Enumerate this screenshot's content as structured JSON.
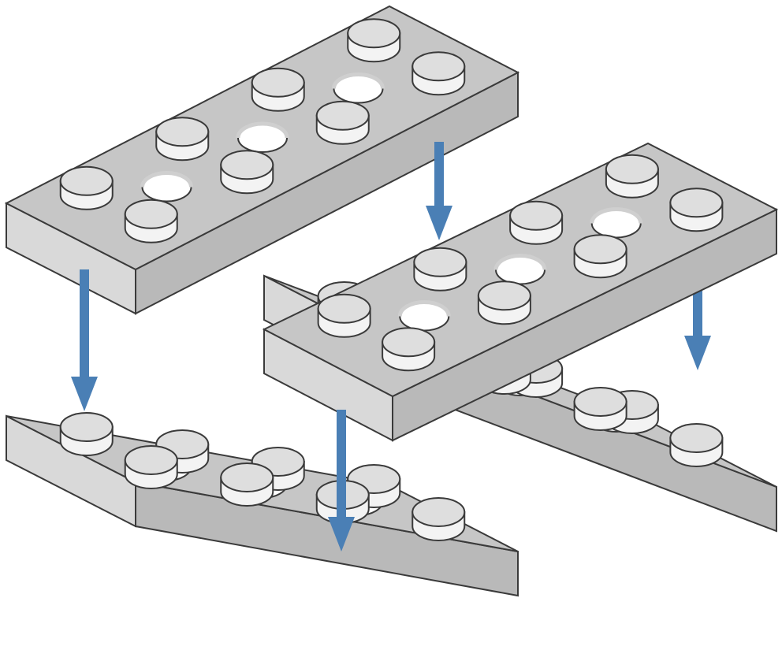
{
  "diagram": {
    "plate_colors": {
      "top": "#c6c6c6",
      "front": "#d9d9d9",
      "side": "#b9b9b9",
      "outline": "#3a3a3a"
    },
    "stud_colors": {
      "top": "#dedede",
      "side": "#f3f3f3",
      "hole": "#ffffff",
      "hole_inner": "#cfcfcf"
    },
    "arrow_color": "#4a7fb5",
    "plates": [
      {
        "name": "upper-left-plate",
        "studs": 8,
        "rows": 2,
        "offset": "left"
      },
      {
        "name": "lower-left-plate",
        "studs": 8,
        "rows": 2,
        "offset": "left"
      },
      {
        "name": "right-back-plate",
        "studs": 8,
        "rows": 2,
        "offset": "right"
      },
      {
        "name": "right-front-plate",
        "studs": 8,
        "rows": 2,
        "offset": "right"
      }
    ],
    "arrows": [
      {
        "name": "arrow-upper-left-down"
      },
      {
        "name": "arrow-upper-center-down"
      },
      {
        "name": "arrow-right-down"
      },
      {
        "name": "arrow-center-down"
      }
    ]
  }
}
